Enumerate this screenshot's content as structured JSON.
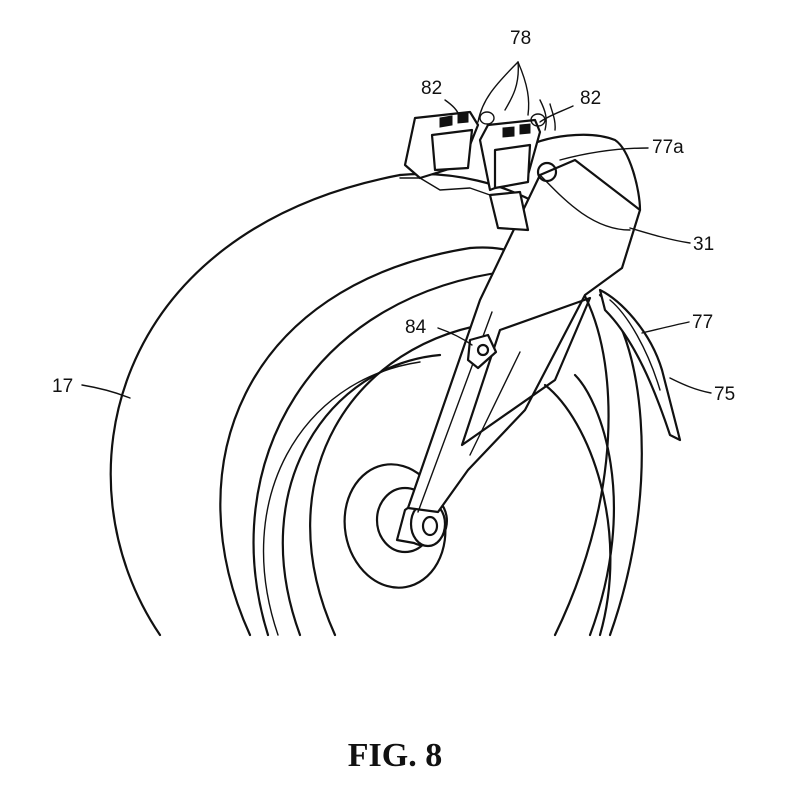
{
  "figure": {
    "caption": "FIG. 8",
    "labels": {
      "l78": "78",
      "l82_left": "82",
      "l82_right": "82",
      "l77a": "77a",
      "l31": "31",
      "l77": "77",
      "l84": "84",
      "l75": "75",
      "l17": "17"
    }
  }
}
